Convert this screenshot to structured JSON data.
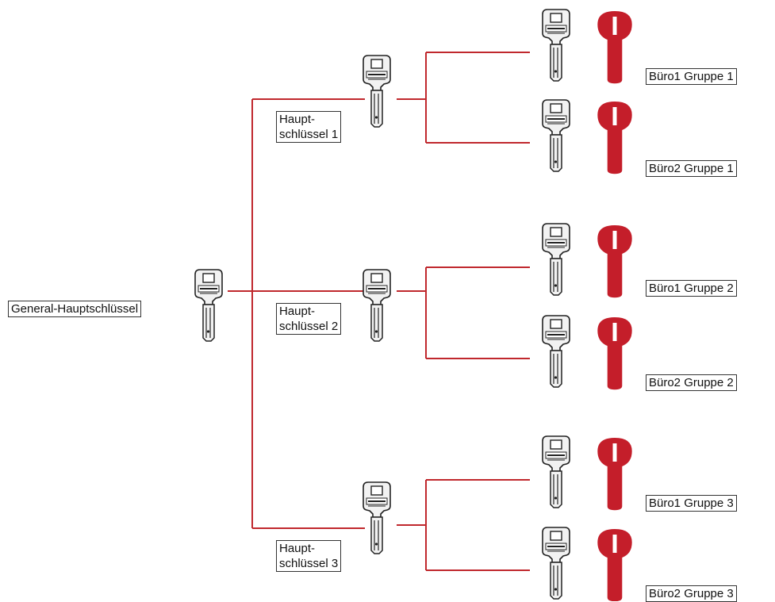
{
  "colors": {
    "connector": "#c0282d",
    "cylinder": "#c41e2a",
    "key_outline": "#222222",
    "label_border": "#333333"
  },
  "icons": {
    "key": "key-icon",
    "cylinder": "lock-cylinder-icon"
  },
  "labels": {
    "general": "General-Hauptschlüssel",
    "master1": "Haupt-\nschlüssel 1",
    "master2": "Haupt-\nschlüssel 2",
    "master3": "Haupt-\nschlüssel 3",
    "b1g1": "Büro1  Gruppe 1",
    "b2g1": "Büro2  Gruppe 1",
    "b1g2": "Büro1  Gruppe 2",
    "b2g2": "Büro2  Gruppe 2",
    "b1g3": "Büro1  Gruppe 3",
    "b2g3": "Büro2  Gruppe 3"
  }
}
